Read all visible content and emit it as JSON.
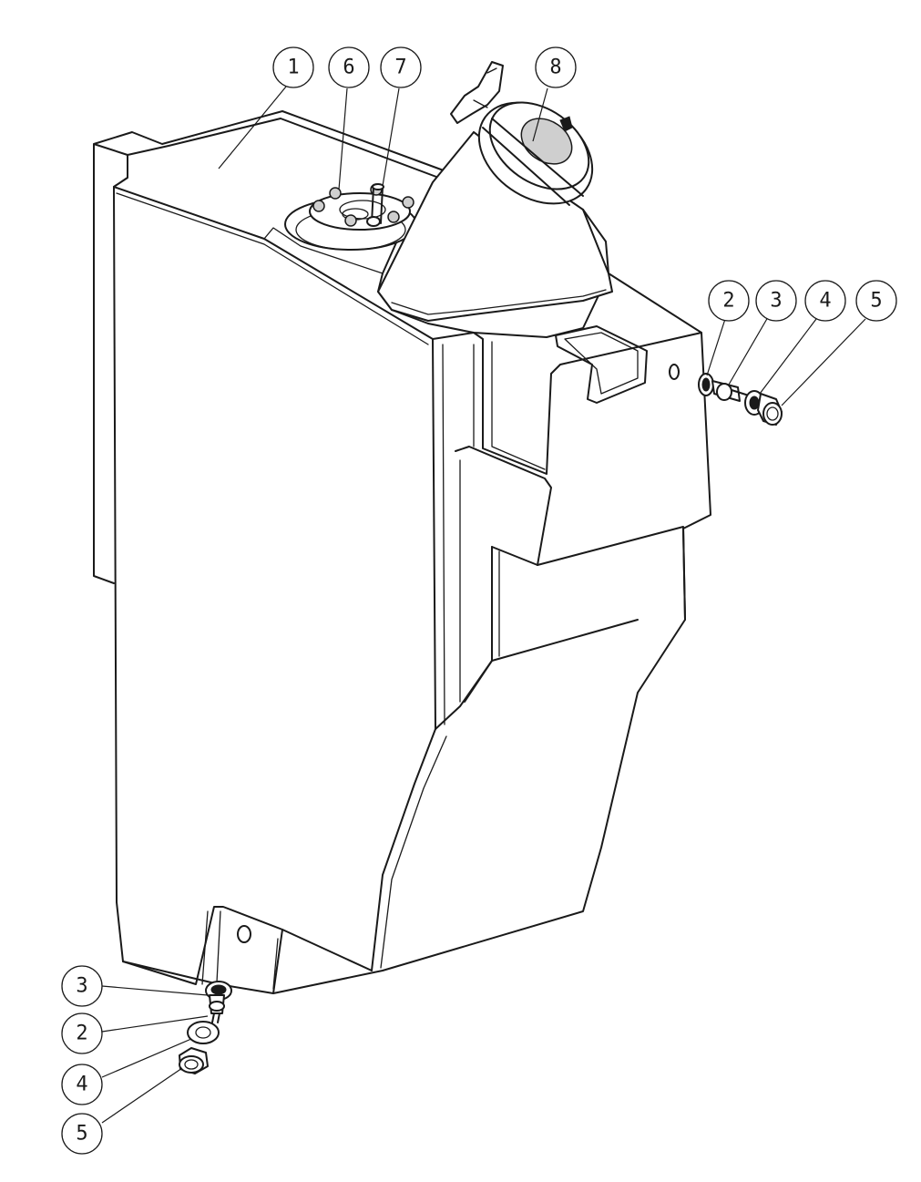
{
  "diagram": {
    "callouts": [
      {
        "id": "c1",
        "label": "1"
      },
      {
        "id": "c6",
        "label": "6"
      },
      {
        "id": "c7",
        "label": "7"
      },
      {
        "id": "c8",
        "label": "8"
      },
      {
        "id": "c2a",
        "label": "2"
      },
      {
        "id": "c3a",
        "label": "3"
      },
      {
        "id": "c4a",
        "label": "4"
      },
      {
        "id": "c5a",
        "label": "5"
      },
      {
        "id": "c3b",
        "label": "3"
      },
      {
        "id": "c2b",
        "label": "2"
      },
      {
        "id": "c4b",
        "label": "4"
      },
      {
        "id": "c5b",
        "label": "5"
      }
    ]
  }
}
